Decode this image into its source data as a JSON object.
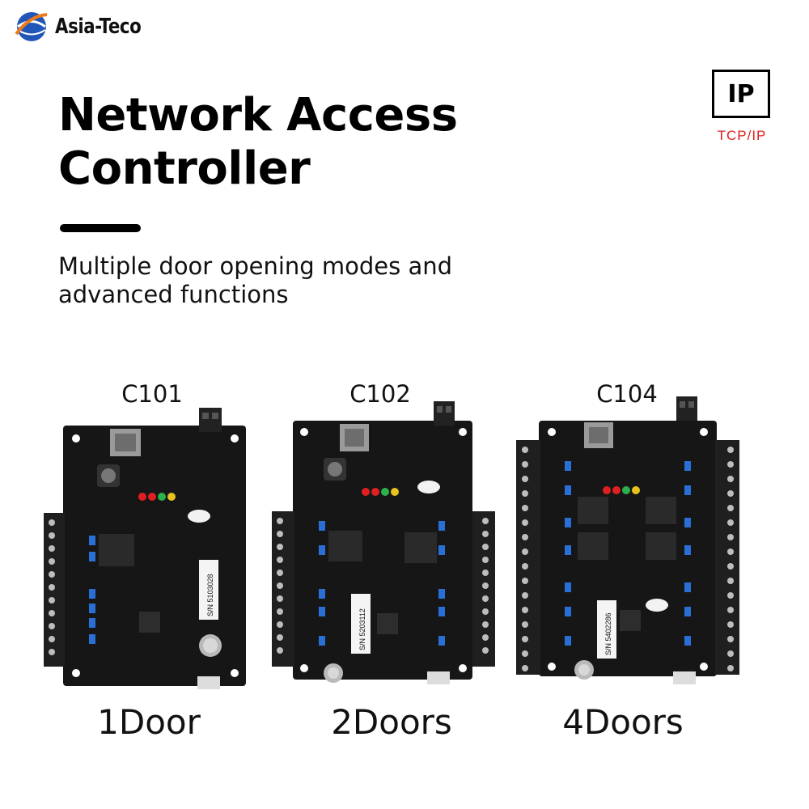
{
  "brand": {
    "name": "Asia-Teco"
  },
  "title": "Network Access Controller",
  "subtitle": "Multiple door opening modes and advanced functions",
  "badge": {
    "label": "IP",
    "protocol": "TCP/IP"
  },
  "products": [
    {
      "model": "C101",
      "doors": "1Door",
      "serial": "S/N 5103028"
    },
    {
      "model": "C102",
      "doors": "2Doors",
      "serial": "S/N 5203112"
    },
    {
      "model": "C104",
      "doors": "4Doors",
      "serial": "S/N 5402286"
    }
  ],
  "colors": {
    "pcb": "#161616",
    "terminal": "#1f1f1f",
    "capacitor": "#2a6fd6",
    "accent_red": "#e02020",
    "logo_blue": "#1f56b8",
    "logo_orange": "#f07a1a"
  }
}
